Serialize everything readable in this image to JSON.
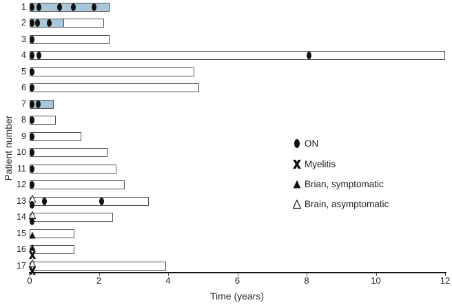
{
  "chart_data": {
    "type": "bar",
    "orientation": "horizontal",
    "title": "",
    "xlabel": "Time (years)",
    "ylabel": "Patient number",
    "xlim": [
      0,
      12
    ],
    "xticks": [
      0,
      2,
      4,
      6,
      8,
      10,
      12
    ],
    "grid": false,
    "colors": {
      "bar_fill": "#ffffff",
      "highlight_fill": "#a9c7d8",
      "bar_border": "#4d4d4d",
      "marker": "#111111",
      "axis": "#141414"
    },
    "legend": [
      {
        "marker": "on",
        "label": "ON"
      },
      {
        "marker": "myelitis",
        "label": "Myelitis"
      },
      {
        "marker": "brain_symptomatic",
        "label": "Brian, symptomatic"
      },
      {
        "marker": "brain_asymptomatic",
        "label": "Brain, asymptomatic"
      }
    ],
    "legend_position": "middle-right",
    "patients": [
      {
        "id": "1",
        "duration": 2.3,
        "highlight": 2.3,
        "events": [
          {
            "marker": "on",
            "t": 0,
            "pos": "c"
          },
          {
            "marker": "on",
            "t": 0.2,
            "pos": "c"
          },
          {
            "marker": "on",
            "t": 0.8,
            "pos": "c"
          },
          {
            "marker": "on",
            "t": 1.2,
            "pos": "c"
          },
          {
            "marker": "on",
            "t": 1.8,
            "pos": "c"
          }
        ]
      },
      {
        "id": "2",
        "duration": 2.15,
        "highlight": 1.0,
        "events": [
          {
            "marker": "on",
            "t": 0,
            "pos": "c"
          },
          {
            "marker": "on",
            "t": 0.15,
            "pos": "c"
          },
          {
            "marker": "on",
            "t": 0.5,
            "pos": "c"
          }
        ]
      },
      {
        "id": "3",
        "duration": 2.3,
        "highlight": 0,
        "events": [
          {
            "marker": "on",
            "t": 0,
            "pos": "c"
          }
        ]
      },
      {
        "id": "4",
        "duration": 12.0,
        "highlight": 0,
        "events": [
          {
            "marker": "on",
            "t": 0,
            "pos": "c"
          },
          {
            "marker": "on",
            "t": 0.2,
            "pos": "c"
          },
          {
            "marker": "on",
            "t": 8.0,
            "pos": "c"
          }
        ]
      },
      {
        "id": "5",
        "duration": 4.75,
        "highlight": 0,
        "events": [
          {
            "marker": "on",
            "t": 0,
            "pos": "c"
          }
        ]
      },
      {
        "id": "6",
        "duration": 4.9,
        "highlight": 0,
        "events": [
          {
            "marker": "on",
            "t": 0,
            "pos": "c"
          }
        ]
      },
      {
        "id": "7",
        "duration": 0.7,
        "highlight": 0.7,
        "events": [
          {
            "marker": "on",
            "t": 0,
            "pos": "c"
          },
          {
            "marker": "on",
            "t": 0.17,
            "pos": "c"
          }
        ]
      },
      {
        "id": "8",
        "duration": 0.75,
        "highlight": 0,
        "events": [
          {
            "marker": "on",
            "t": 0,
            "pos": "c"
          }
        ]
      },
      {
        "id": "9",
        "duration": 1.5,
        "highlight": 0,
        "events": [
          {
            "marker": "on",
            "t": 0,
            "pos": "c"
          }
        ]
      },
      {
        "id": "10",
        "duration": 2.25,
        "highlight": 0,
        "events": [
          {
            "marker": "on",
            "t": 0,
            "pos": "c"
          }
        ]
      },
      {
        "id": "11",
        "duration": 2.5,
        "highlight": 0,
        "events": [
          {
            "marker": "on",
            "t": 0,
            "pos": "c"
          }
        ]
      },
      {
        "id": "12",
        "duration": 2.75,
        "highlight": 0,
        "events": [
          {
            "marker": "on",
            "t": 0,
            "pos": "c"
          }
        ]
      },
      {
        "id": "13",
        "duration": 3.45,
        "highlight": 0,
        "events": [
          {
            "marker": "brain_asymptomatic",
            "t": 0,
            "pos": "t"
          },
          {
            "marker": "on",
            "t": 0,
            "pos": "b"
          },
          {
            "marker": "on",
            "t": 0.35,
            "pos": "c"
          },
          {
            "marker": "on",
            "t": 2.0,
            "pos": "c"
          }
        ]
      },
      {
        "id": "14",
        "duration": 2.4,
        "highlight": 0,
        "events": [
          {
            "marker": "brain_asymptomatic",
            "t": 0,
            "pos": "t"
          },
          {
            "marker": "on",
            "t": 0,
            "pos": "b"
          }
        ]
      },
      {
        "id": "15",
        "duration": 1.3,
        "highlight": 0,
        "events": [
          {
            "marker": "brain_symptomatic",
            "t": 0,
            "pos": "c"
          }
        ]
      },
      {
        "id": "16",
        "duration": 1.3,
        "highlight": 0,
        "events": [
          {
            "marker": "brain_symptomatic",
            "t": 0,
            "pos": "t"
          },
          {
            "marker": "myelitis",
            "t": 0,
            "pos": "b"
          }
        ]
      },
      {
        "id": "17",
        "duration": 3.95,
        "highlight": 0,
        "events": [
          {
            "marker": "brain_asymptomatic",
            "t": 0,
            "pos": "t"
          },
          {
            "marker": "myelitis",
            "t": 0,
            "pos": "b"
          }
        ]
      }
    ]
  }
}
